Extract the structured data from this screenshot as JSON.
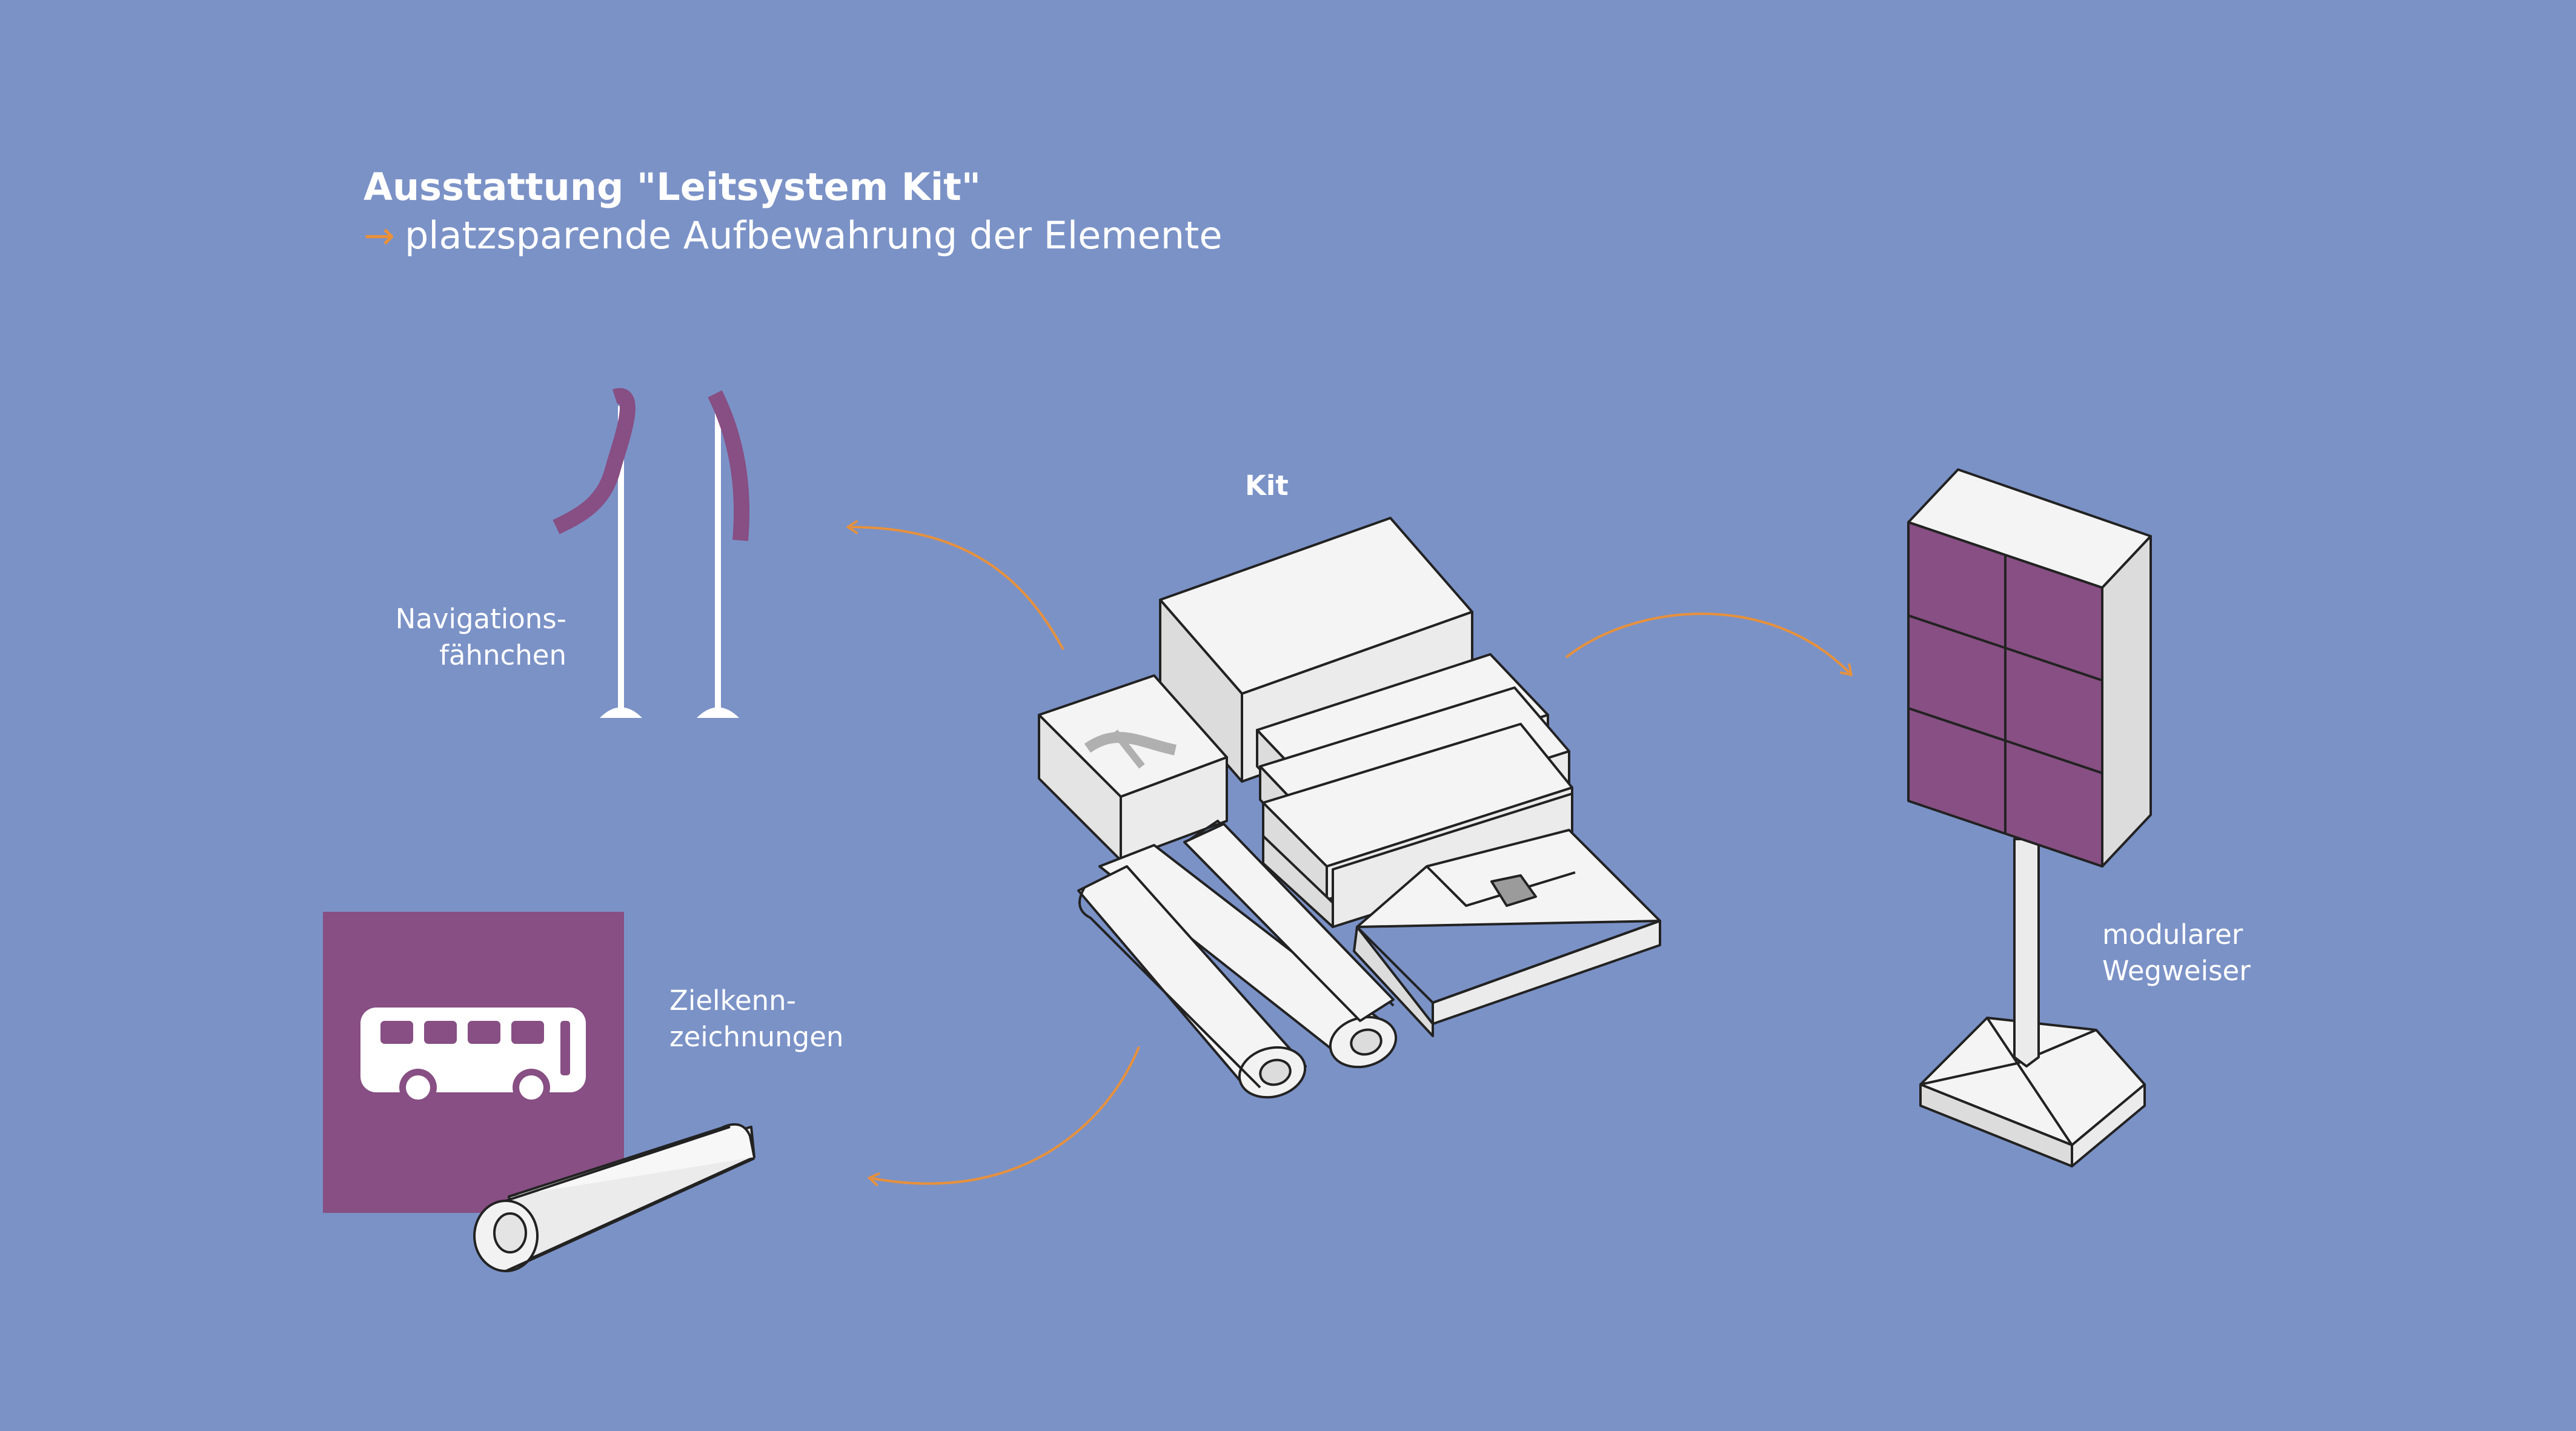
{
  "header": {
    "title": "Ausstattung \"Leitsystem Kit\"",
    "subtitle_arrow": "→",
    "subtitle": "platzsparende Aufbewahrung der Elemente"
  },
  "labels": {
    "kit": "Kit",
    "navigation_line1": "Navigations-",
    "navigation_line2": "fähnchen",
    "ziel_line1": "Zielkenn-",
    "ziel_line2": "zeichnungen",
    "wegweiser_line1": "modularer",
    "wegweiser_line2": "Wegweiser"
  },
  "colors": {
    "background": "#7b92c7",
    "purple": "#874f83",
    "accent_orange": "#e8913a",
    "white": "#ffffff"
  },
  "icons": [
    "bus-icon",
    "flag-icon",
    "kit-box-icon",
    "rolled-banner-icon",
    "signpost-icon"
  ]
}
